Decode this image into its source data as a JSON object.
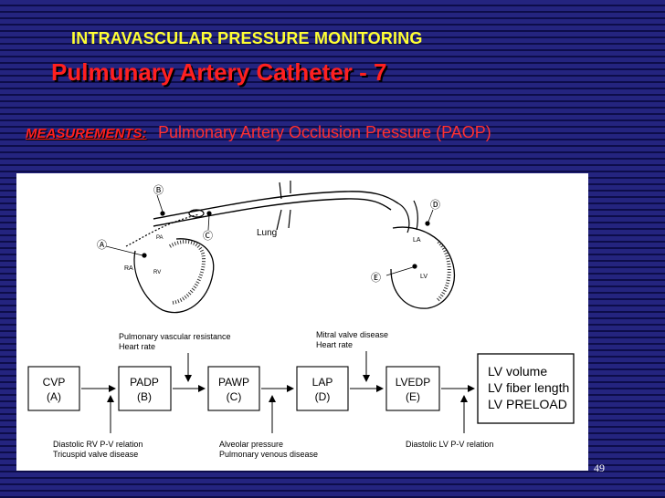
{
  "slide": {
    "title_line1": "INTRAVASCULAR PRESSURE MONITORING",
    "title_line2": "Pulmunary Artery Catheter - 7",
    "measurements_label": "MEASUREMENTS:",
    "measurements_text": "Pulmonary Artery Occlusion Pressure (PAOP)",
    "page_number": "49"
  },
  "figure": {
    "anatomy": {
      "lung_label": "Lung",
      "ra_label": "RA",
      "rv_label": "RV",
      "pa_label": "PA",
      "la_label": "LA",
      "lv_label": "LV",
      "marker_a": "Ⓐ",
      "marker_b": "Ⓑ",
      "marker_c": "Ⓒ",
      "marker_d": "Ⓓ",
      "marker_e": "Ⓔ"
    },
    "boxes": [
      {
        "line1": "CVP",
        "line2": "(A)"
      },
      {
        "line1": "PADP",
        "line2": "(B)"
      },
      {
        "line1": "PAWP",
        "line2": "(C)"
      },
      {
        "line1": "LAP",
        "line2": "(D)"
      },
      {
        "line1": "LVEDP",
        "line2": "(E)"
      }
    ],
    "result_box": [
      "LV volume",
      "LV fiber length",
      "LV PRELOAD"
    ],
    "top_notes": [
      {
        "line1": "Pulmonary vascular resistance",
        "line2": "Heart rate"
      },
      {
        "line1": "Mitral valve disease",
        "line2": "Heart rate"
      }
    ],
    "bottom_notes": [
      {
        "line1": "Diastolic RV P-V relation",
        "line2": "Tricuspid valve disease"
      },
      {
        "line1": "Alveolar pressure",
        "line2": "Pulmonary venous disease"
      },
      {
        "line1": "Diastolic LV P-V relation",
        "line2": ""
      }
    ]
  }
}
